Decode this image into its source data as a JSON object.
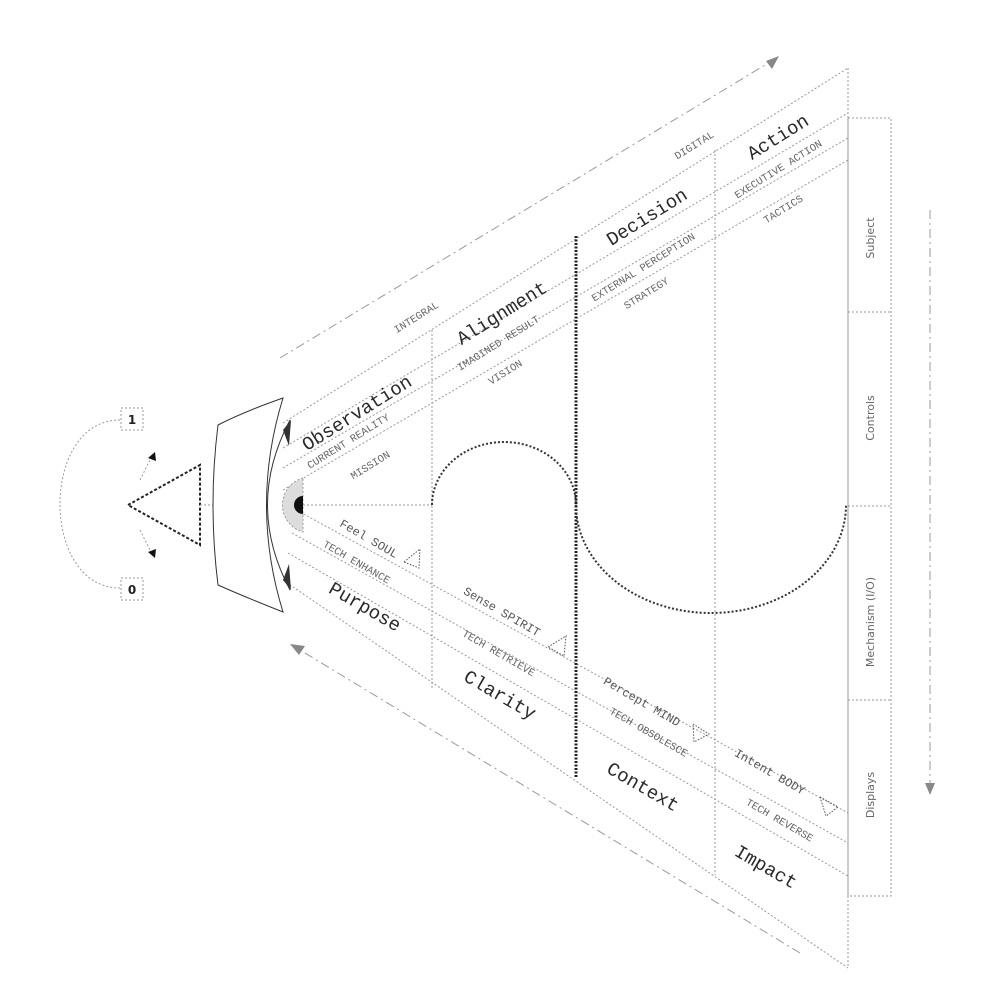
{
  "top": {
    "integral": "INTEGRAL",
    "digital": "DIGITAL"
  },
  "stages": [
    {
      "title": "Observation",
      "sub1": "CURRENT REALITY",
      "sub2": "MISSION"
    },
    {
      "title": "Alignment",
      "sub1": "IMAGINED RESULT",
      "sub2": "VISION"
    },
    {
      "title": "Decision",
      "sub1": "EXTERNAL PERCEPTION",
      "sub2": "STRATEGY"
    },
    {
      "title": "Action",
      "sub1": "EXECUTIVE ACTION",
      "sub2": "TACTICS"
    }
  ],
  "outcomes": [
    {
      "feel": "Feel SOUL",
      "tech": "TECH ENHANCE",
      "title": "Purpose"
    },
    {
      "feel": "Sense SPIRIT",
      "tech": "TECH RETRIEVE",
      "title": "Clarity"
    },
    {
      "feel": "Percept MIND",
      "tech": "TECH OBSOLESCE",
      "title": "Context"
    },
    {
      "feel": "Intent BODY",
      "tech": "TECH REVERSE",
      "title": "Impact"
    }
  ],
  "side_panels": [
    "Subject",
    "Controls",
    "Mechanism (I/O)",
    "Displays"
  ],
  "toggle": {
    "one": "1",
    "zero": "0"
  },
  "icons": {
    "eye": "eye-icon",
    "lens": "lens-icon",
    "viewer": "triangle-viewer-icon",
    "marker": "triangle-marker-icon"
  }
}
